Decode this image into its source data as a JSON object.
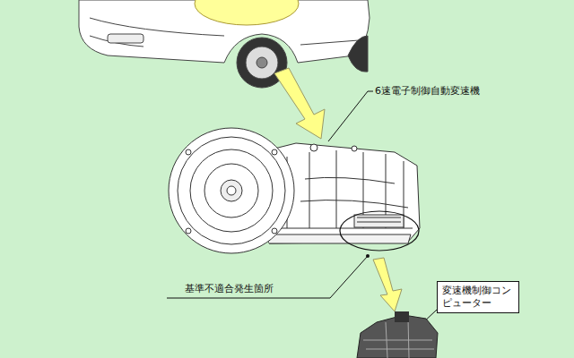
{
  "diagram": {
    "nodes": [
      {
        "text": [
          "変速機制御コンピューター"
        ]
      }
    ],
    "labels": [
      "6速電子制御自動変速機",
      "基準不適合発生箇所"
    ]
  }
}
